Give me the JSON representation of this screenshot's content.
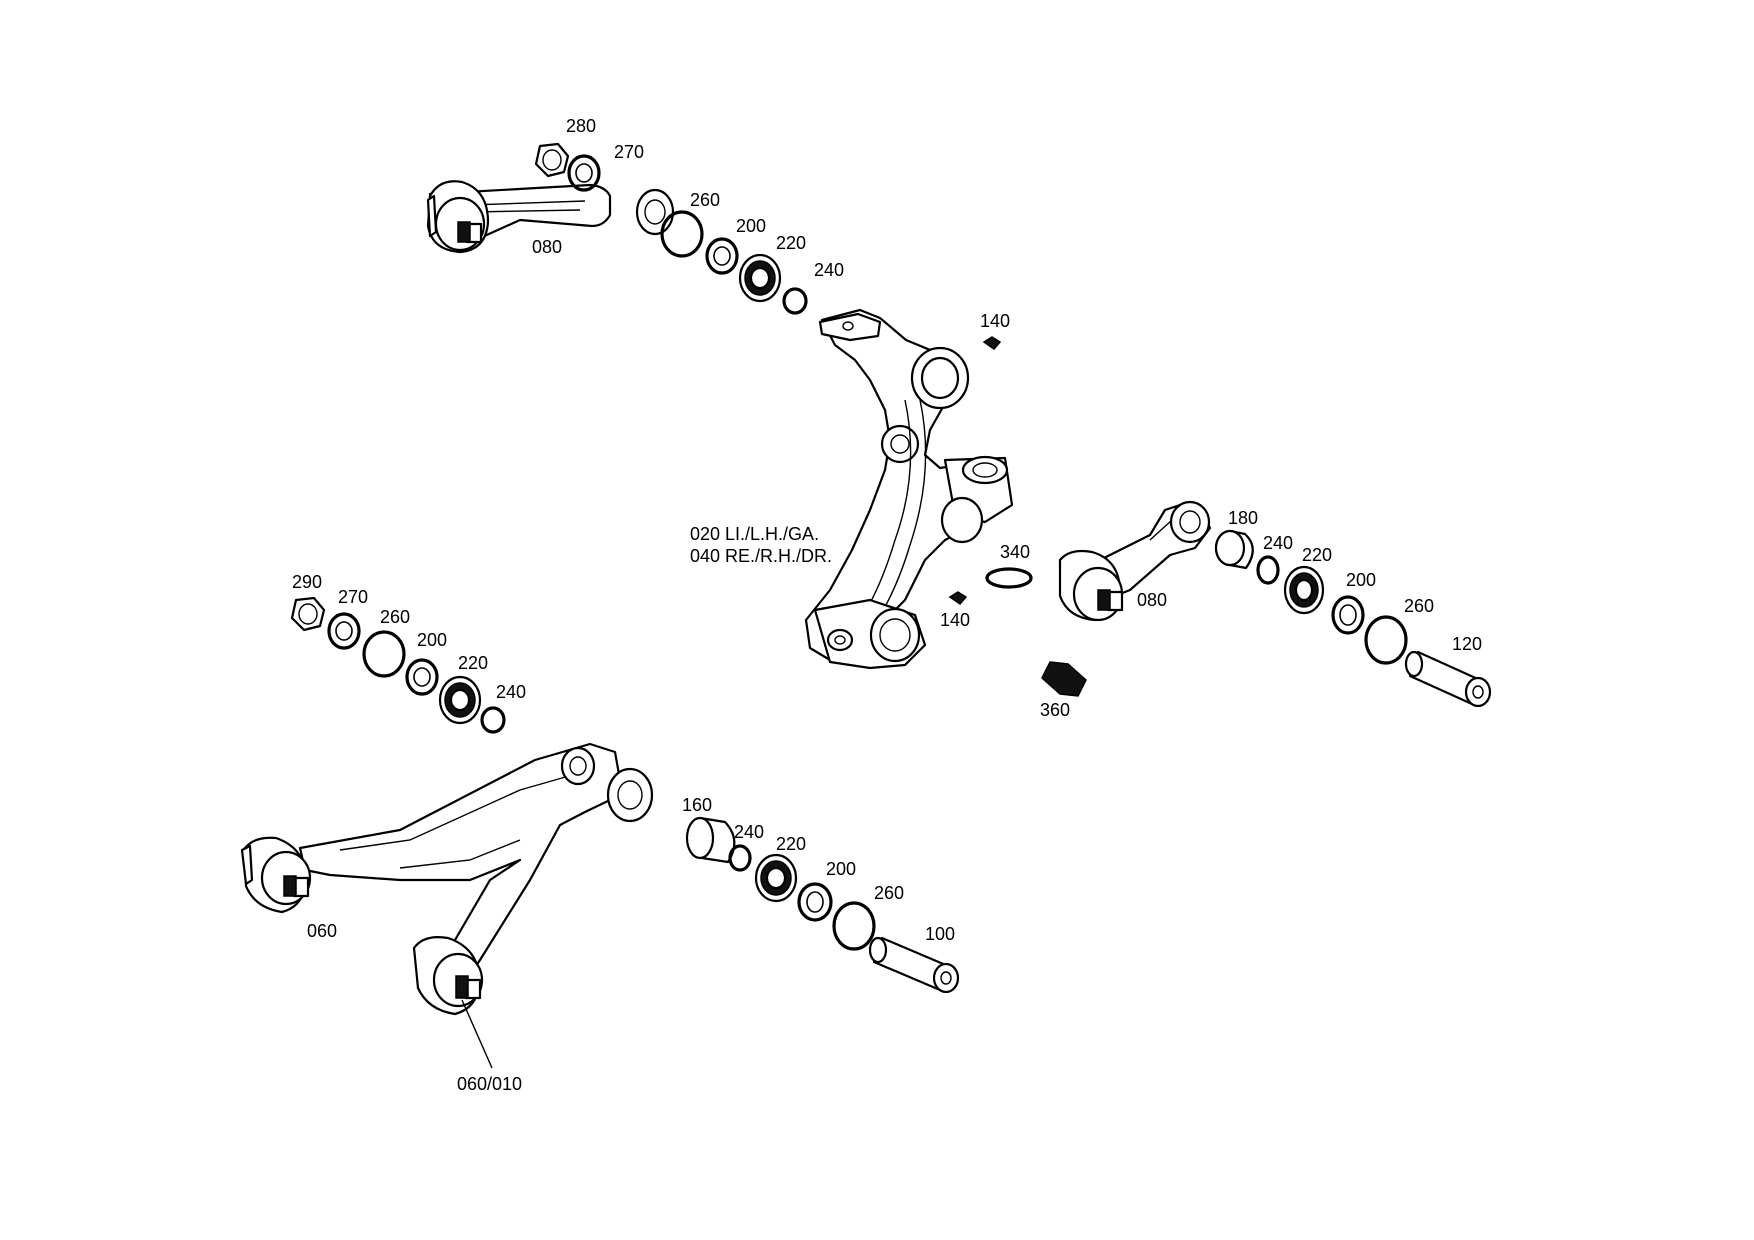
{
  "labels": {
    "top_280": "280",
    "top_270": "270",
    "top_080": "080",
    "top_260": "260",
    "top_200": "200",
    "top_220": "220",
    "top_240": "240",
    "knuckle_140_top": "140",
    "knuckle_140_bottom": "140",
    "knuckle_340": "340",
    "knuckle_line1": "020 LI./L.H./GA.",
    "knuckle_line2": "040 RE./R.H./DR.",
    "right_080": "080",
    "right_180": "180",
    "right_240": "240",
    "right_220": "220",
    "right_200": "200",
    "right_260": "260",
    "right_120": "120",
    "right_360": "360",
    "left_290": "290",
    "left_270": "270",
    "left_260": "260",
    "left_200": "200",
    "left_220": "220",
    "left_240": "240",
    "lower_060": "060",
    "lower_060_010": "060/010",
    "lower_160": "160",
    "lower_240": "240",
    "lower_220": "220",
    "lower_200": "200",
    "lower_260": "260",
    "lower_100": "100"
  },
  "colors": {
    "line": "#000000",
    "background": "#ffffff",
    "fill_dark": "#111111"
  }
}
